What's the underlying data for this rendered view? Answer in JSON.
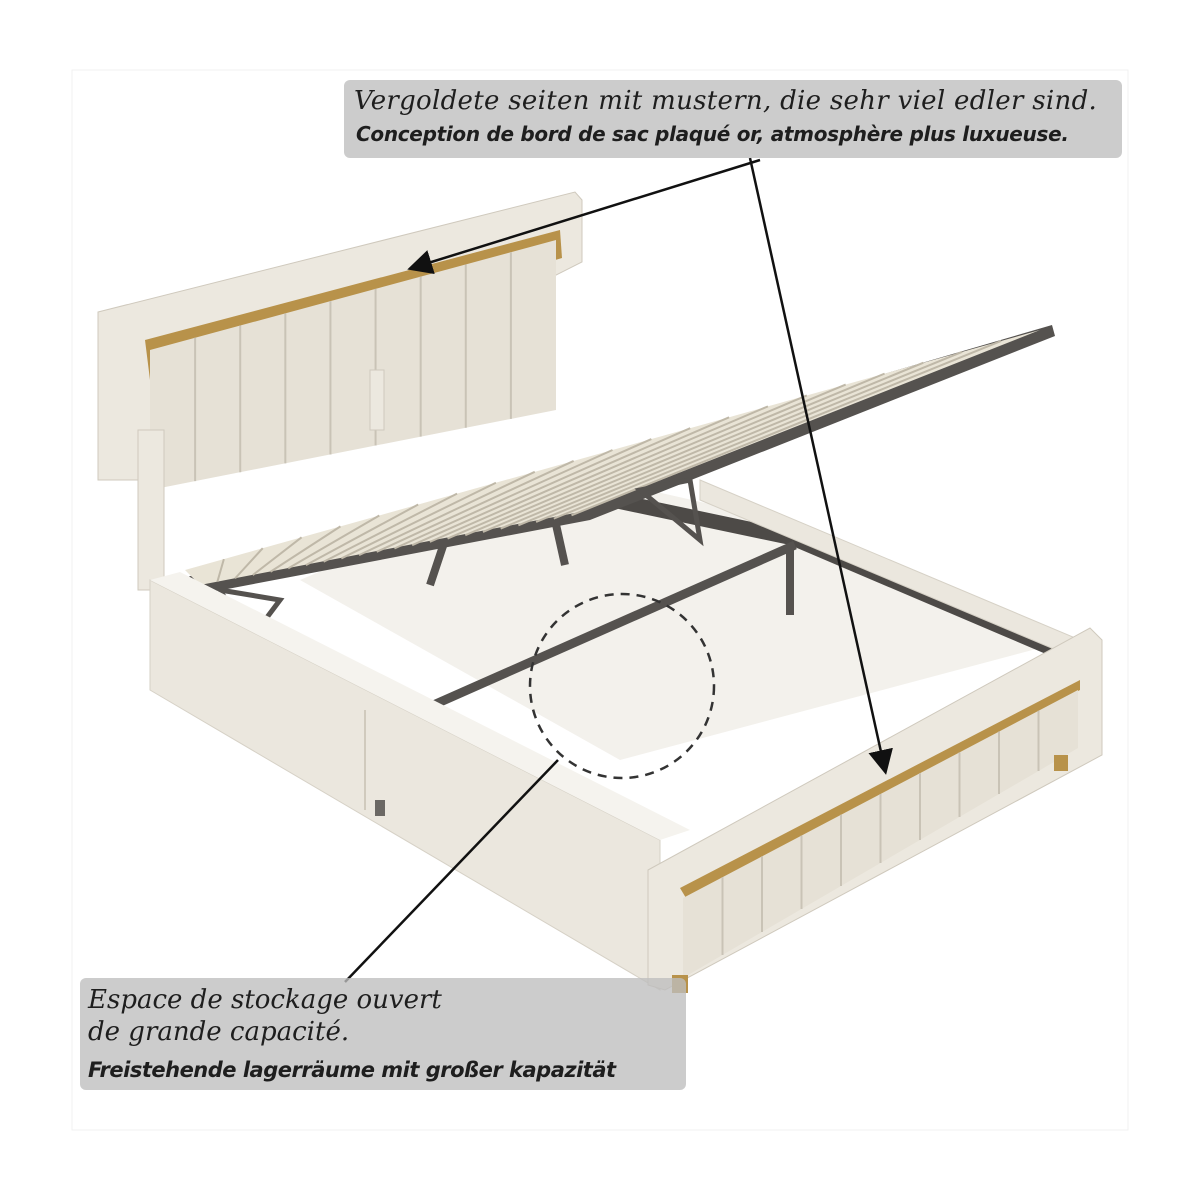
{
  "callouts": {
    "headboard": {
      "german": "Vergoldete seiten mit mustern, die sehr viel edler sind.",
      "french": "Conception de bord de sac plaqué or, atmosphère plus luxueuse."
    },
    "storage": {
      "french_line1": "Espace de stockage ouvert",
      "french_line2": "de grande capacité.",
      "german": "Freistehende lagerräume mit großer kapazität"
    }
  },
  "colors": {
    "upholstery": "#ece8df",
    "upholstery_shadow": "#d6d1c6",
    "gold_trim": "#b8924a",
    "metal_frame": "#55524f",
    "slats": "#e9e4d6",
    "callout_background": "#bebebe",
    "text": "#1e1e1e"
  },
  "icons": {
    "highlight_circle": "dashed-circle",
    "pointer": "arrow"
  }
}
